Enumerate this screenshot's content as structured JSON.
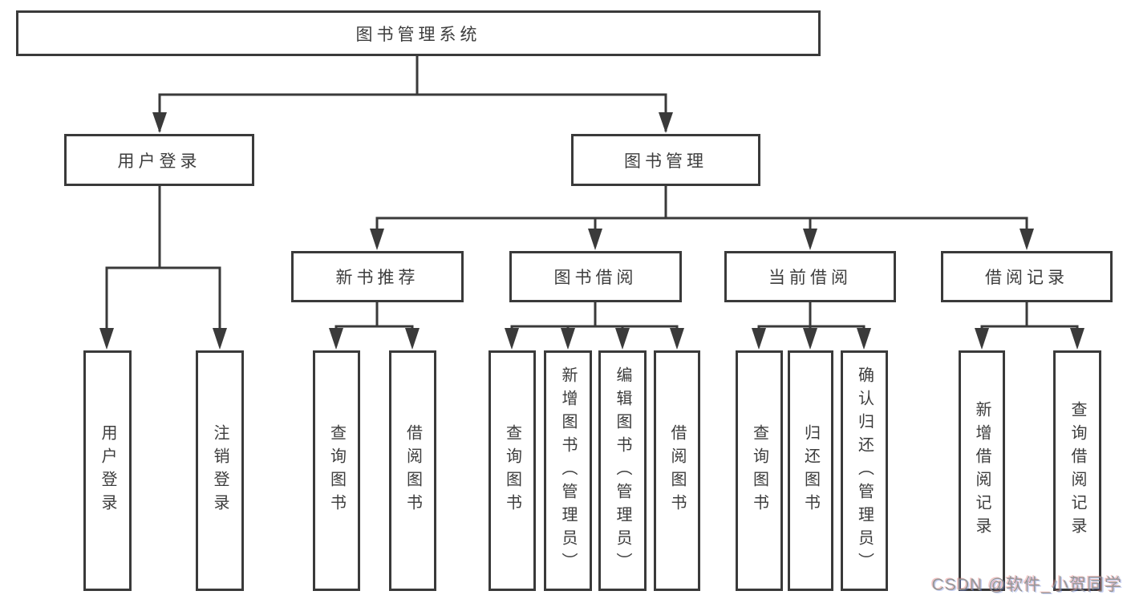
{
  "tree": {
    "root": {
      "label": "图书管理系统"
    },
    "user_login": {
      "label": "用户登录",
      "children": [
        {
          "label": "用户登录"
        },
        {
          "label": "注销登录"
        }
      ]
    },
    "book_mgmt": {
      "label": "图书管理",
      "sections": [
        {
          "label": "新书推荐",
          "children": [
            {
              "label": "查询图书"
            },
            {
              "label": "借阅图书"
            }
          ]
        },
        {
          "label": "图书借阅",
          "children": [
            {
              "label": "查询图书"
            },
            {
              "label": "新增图书（管理员）"
            },
            {
              "label": "编辑图书（管理员）"
            },
            {
              "label": "借阅图书"
            }
          ]
        },
        {
          "label": "当前借阅",
          "children": [
            {
              "label": "查询图书"
            },
            {
              "label": "归还图书"
            },
            {
              "label": "确认归还（管理员）"
            }
          ]
        },
        {
          "label": "借阅记录",
          "children": [
            {
              "label": "新增借阅记录"
            },
            {
              "label": "查询借阅记录"
            }
          ]
        }
      ]
    }
  },
  "watermark": {
    "text": "CSDN @软件_小贺同学"
  },
  "style": {
    "line_color": "#3a3a3a",
    "box_border_color": "#3a3a3a",
    "text_color": "#3d3d3d",
    "watermark_color": "#8f8f8f",
    "background_color": "#ffffff"
  }
}
